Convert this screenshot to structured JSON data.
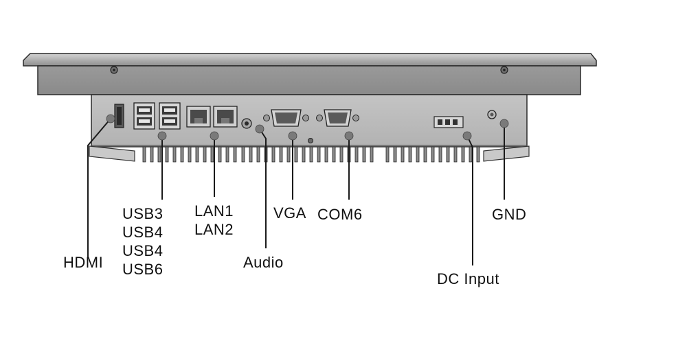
{
  "labels": {
    "hdmi": "HDMI",
    "usb": [
      "USB3",
      "USB4",
      "USB4",
      "USB6"
    ],
    "lan": [
      "LAN1",
      "LAN2"
    ],
    "audio": "Audio",
    "vga": "VGA",
    "com": "COM6",
    "gnd": "GND",
    "dc_input": "DC Input"
  }
}
